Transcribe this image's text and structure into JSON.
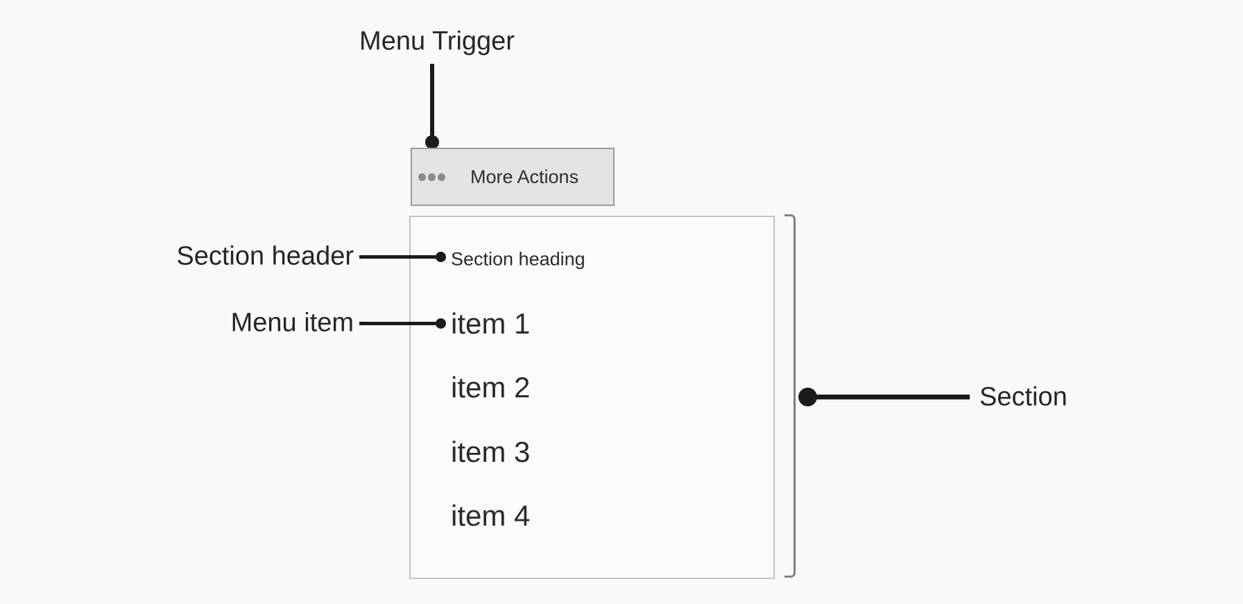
{
  "callouts": {
    "menu_trigger": "Menu Trigger",
    "section_header": "Section header",
    "menu_item": "Menu item",
    "section": "Section"
  },
  "trigger": {
    "label": "More Actions",
    "icon": "ellipsis-icon"
  },
  "menu": {
    "section_heading": "Section heading",
    "items": [
      "item 1",
      "item 2",
      "item 3",
      "item 4"
    ]
  },
  "colors": {
    "background": "#f8f9fa",
    "callout_line": "#1b1b1b",
    "text": "#2b2b2b",
    "button_fill": "#e4e4e4",
    "button_border": "#9a9a9a",
    "ellipsis_dot": "#8b8b8b",
    "panel_border": "#bfc3c6",
    "bracket": "#7c7f82"
  }
}
